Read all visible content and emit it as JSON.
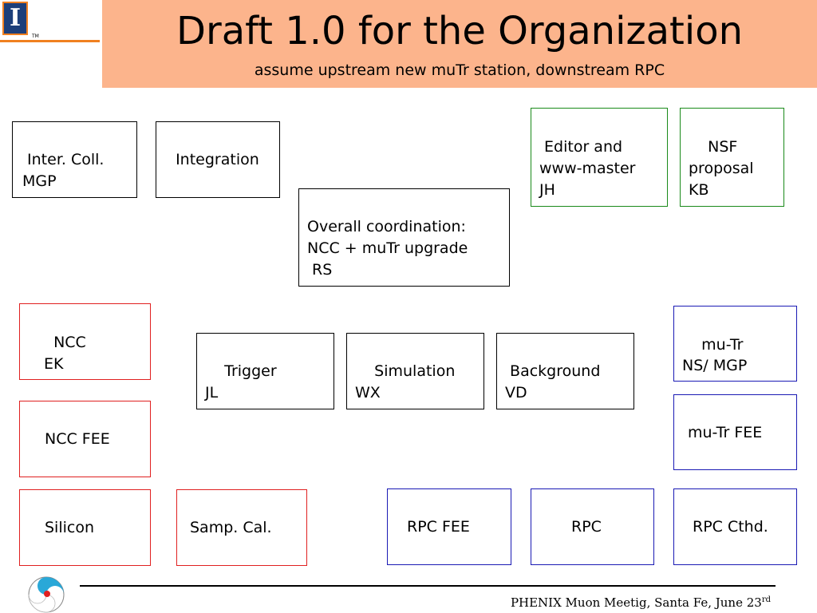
{
  "header": {
    "title": "Draft 1.0 for the Organization",
    "subtitle": "assume upstream new muTr station, downstream RPC"
  },
  "logo": {
    "letter": "I",
    "tm": "TM"
  },
  "colors": {
    "header_bg": "#fcb48c",
    "red": "#e02020",
    "green": "#1a8a1a",
    "blue": "#1a1ab4",
    "logo_blue": "#1d3f7a",
    "logo_orange": "#f08020"
  },
  "boxes": {
    "inter_coll": {
      "line1": " Inter. Coll.",
      "line2": "MGP"
    },
    "integration": {
      "line1": "  Integration"
    },
    "editor": {
      "line1": " Editor and",
      "line2": "www-master",
      "line3": "JH"
    },
    "nsf": {
      "line1": "    NSF",
      "line2": "proposal",
      "line3": "KB"
    },
    "overall": {
      "line1": "Overall coordination:",
      "line2": "NCC + muTr upgrade",
      "line3": " RS"
    },
    "ncc": {
      "line1": "  NCC",
      "line2": "EK"
    },
    "trigger": {
      "line1": "    Trigger",
      "line2": "JL"
    },
    "simulation": {
      "line1": "    Simulation",
      "line2": "WX"
    },
    "background": {
      "line1": " Background",
      "line2": "VD"
    },
    "mutr": {
      "line1": "    mu-Tr",
      "line2": "NS/ MGP"
    },
    "ncc_fee": {
      "line1": "NCC FEE"
    },
    "mutr_fee": {
      "line1": "mu-Tr FEE"
    },
    "silicon": {
      "line1": "Silicon"
    },
    "samp_cal": {
      "line1": "Samp. Cal."
    },
    "rpc_fee": {
      "line1": "RPC FEE"
    },
    "rpc": {
      "line1": "RPC"
    },
    "rpc_cthd": {
      "line1": "RPC Cthd."
    }
  },
  "footer": {
    "text": "PHENIX Muon Meetig, Santa Fe, June 23",
    "sup": "rd"
  }
}
